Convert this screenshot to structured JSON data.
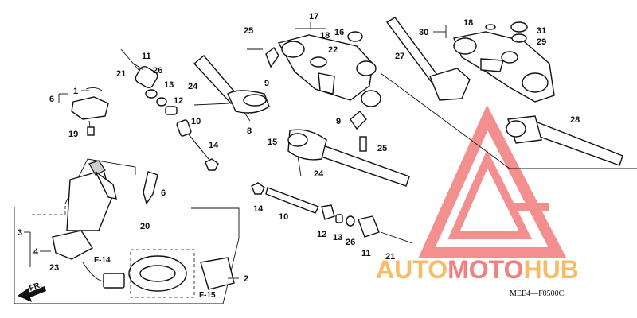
{
  "callouts": [
    {
      "id": "c1",
      "text": "1"
    },
    {
      "id": "c6a",
      "text": "6"
    },
    {
      "id": "c19",
      "text": "19"
    },
    {
      "id": "c11a",
      "text": "11"
    },
    {
      "id": "c21a",
      "text": "21"
    },
    {
      "id": "c26a",
      "text": "26"
    },
    {
      "id": "c13a",
      "text": "13"
    },
    {
      "id": "c24a",
      "text": "24"
    },
    {
      "id": "c12a",
      "text": "12"
    },
    {
      "id": "c10a",
      "text": "10"
    },
    {
      "id": "c14a",
      "text": "14"
    },
    {
      "id": "c8",
      "text": "8"
    },
    {
      "id": "c25a",
      "text": "25"
    },
    {
      "id": "c9a",
      "text": "9"
    },
    {
      "id": "c17",
      "text": "17"
    },
    {
      "id": "c18a",
      "text": "18"
    },
    {
      "id": "c16",
      "text": "16"
    },
    {
      "id": "c22",
      "text": "22"
    },
    {
      "id": "c30",
      "text": "30"
    },
    {
      "id": "c18b",
      "text": "18"
    },
    {
      "id": "c31",
      "text": "31"
    },
    {
      "id": "c29",
      "text": "29"
    },
    {
      "id": "c27",
      "text": "27"
    },
    {
      "id": "c28",
      "text": "28"
    },
    {
      "id": "c15",
      "text": "15"
    },
    {
      "id": "c9b",
      "text": "9"
    },
    {
      "id": "c25b",
      "text": "25"
    },
    {
      "id": "c24b",
      "text": "24"
    },
    {
      "id": "c6b",
      "text": "6"
    },
    {
      "id": "c20",
      "text": "20"
    },
    {
      "id": "c3",
      "text": "3"
    },
    {
      "id": "c4",
      "text": "4"
    },
    {
      "id": "c23",
      "text": "23"
    },
    {
      "id": "c2",
      "text": "2"
    },
    {
      "id": "c14b",
      "text": "14"
    },
    {
      "id": "c10b",
      "text": "10"
    },
    {
      "id": "c12b",
      "text": "12"
    },
    {
      "id": "c13b",
      "text": "13"
    },
    {
      "id": "c26b",
      "text": "26"
    },
    {
      "id": "c11b",
      "text": "11"
    },
    {
      "id": "c21b",
      "text": "21"
    }
  ],
  "refs": {
    "f14": "F-14",
    "f15": "F-15",
    "fr": "FR."
  },
  "diagram_code": "MEE4—F0500C",
  "watermark": {
    "part1": "AUTO",
    "part2": "MOTO",
    "part3": "HUB",
    "color_orange": "#f5b24a",
    "color_red": "#ef6a6a"
  }
}
